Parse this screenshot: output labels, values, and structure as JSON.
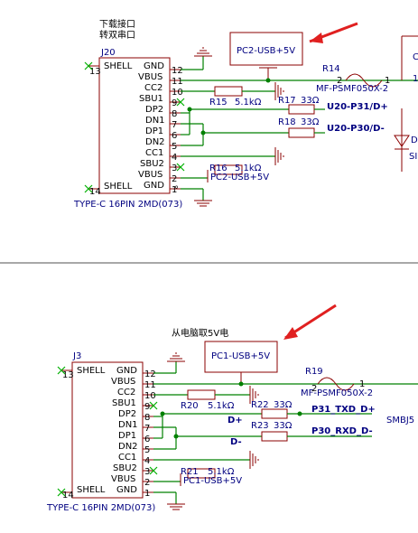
{
  "top": {
    "note_line1": "下载接口",
    "note_line2": "转双串口",
    "ref": "J20",
    "part": "TYPE-C 16PIN 2MD(073)",
    "power_label": "PC2-USB+5V",
    "power_label_small": "PC2-USB+5V",
    "fuse_ref": "R14",
    "fuse_part": "MF-PSMF050X-2",
    "fuse_pin2": "2",
    "fuse_pin1": "1",
    "r15": "R15",
    "r15_val": "5.1kΩ",
    "r16": "R16",
    "r16_val": "5.1kΩ",
    "r17": "R17",
    "r17_val": "33Ω",
    "r18": "R18",
    "r18_val": "33Ω",
    "net_dp": "U20-P31/D+",
    "net_dn": "U20-P30/D-",
    "side_c": "C",
    "side_1": "1",
    "side_d": "D",
    "side_s": "SI"
  },
  "bottom": {
    "note": "从电脑取5V电",
    "ref": "J3",
    "part": "TYPE-C 16PIN 2MD(073)",
    "power_label": "PC1-USB+5V",
    "power_label_small": "PC1-USB+5V",
    "fuse_ref": "R19",
    "fuse_part": "MF-PSMF050X-2",
    "fuse_pin2": "2",
    "fuse_pin1": "1",
    "r20": "R20",
    "r20_val": "5.1kΩ",
    "r21": "R21",
    "r21_val": "5.1kΩ",
    "r22": "R22",
    "r22_val": "33Ω",
    "r23": "R23",
    "r23_val": "33Ω",
    "net_dp": "D+",
    "net_dn": "D-",
    "net_txd": "P31_TXD_D+",
    "net_rxd": "P30_RXD_D-",
    "side_part": "SMBJ5"
  },
  "connector": {
    "left_pins": [
      {
        "name": "SHELL",
        "num": "13"
      },
      {
        "name": "SHELL",
        "num": "14"
      }
    ],
    "right_pins": [
      {
        "name": "GND",
        "num": "12"
      },
      {
        "name": "VBUS",
        "num": "11"
      },
      {
        "name": "CC2",
        "num": "10"
      },
      {
        "name": "SBU1",
        "num": "9"
      },
      {
        "name": "DP2",
        "num": "8"
      },
      {
        "name": "DN1",
        "num": "7"
      },
      {
        "name": "DP1",
        "num": "6"
      },
      {
        "name": "DN2",
        "num": "5"
      },
      {
        "name": "CC1",
        "num": "4"
      },
      {
        "name": "SBU2",
        "num": "3"
      },
      {
        "name": "VBUS",
        "num": "2"
      },
      {
        "name": "GND",
        "num": "1"
      }
    ]
  }
}
